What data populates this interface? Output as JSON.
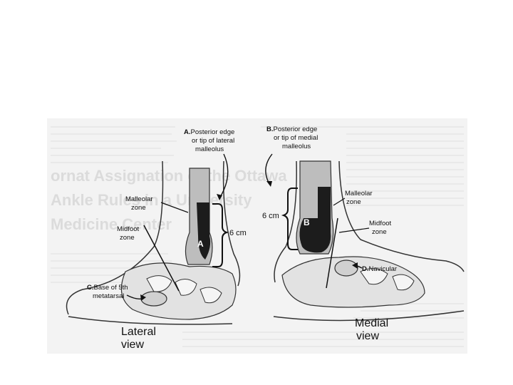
{
  "figure": {
    "lateral": {
      "label_a": "A.",
      "label_a_text": [
        "Posterior edge",
        "or tip of lateral",
        "malleolus"
      ],
      "malleolar_zone": [
        "Malleolar",
        "zone"
      ],
      "midfoot_zone": [
        "Midfoot",
        "zone"
      ],
      "measure": "6 cm",
      "marker": "A",
      "label_c": "C.",
      "label_c_text": [
        "Base of 5th",
        "metatarsal"
      ],
      "view_title": [
        "Lateral",
        "view"
      ]
    },
    "medial": {
      "label_b": "B.",
      "label_b_text": [
        "Posterior edge",
        "or tip of medial",
        "malleolus"
      ],
      "malleolar_zone": [
        "Malleolar",
        "zone"
      ],
      "midfoot_zone": [
        "Midfoot",
        "zone"
      ],
      "measure": "6 cm",
      "marker": "B",
      "label_d": "D.",
      "label_d_text": "Navicular",
      "view_title": [
        "Medial",
        "view"
      ]
    },
    "background_title": [
      "ornat Assignation of the Ottawa",
      "Ankle Rules in a University",
      "Medicine Center"
    ]
  },
  "colors": {
    "page": "#ffffff",
    "paper": "#f4f4f4",
    "bone_grey": "#bdbdbd",
    "dark_zone": "#1c1c1c",
    "ink": "#111111"
  }
}
